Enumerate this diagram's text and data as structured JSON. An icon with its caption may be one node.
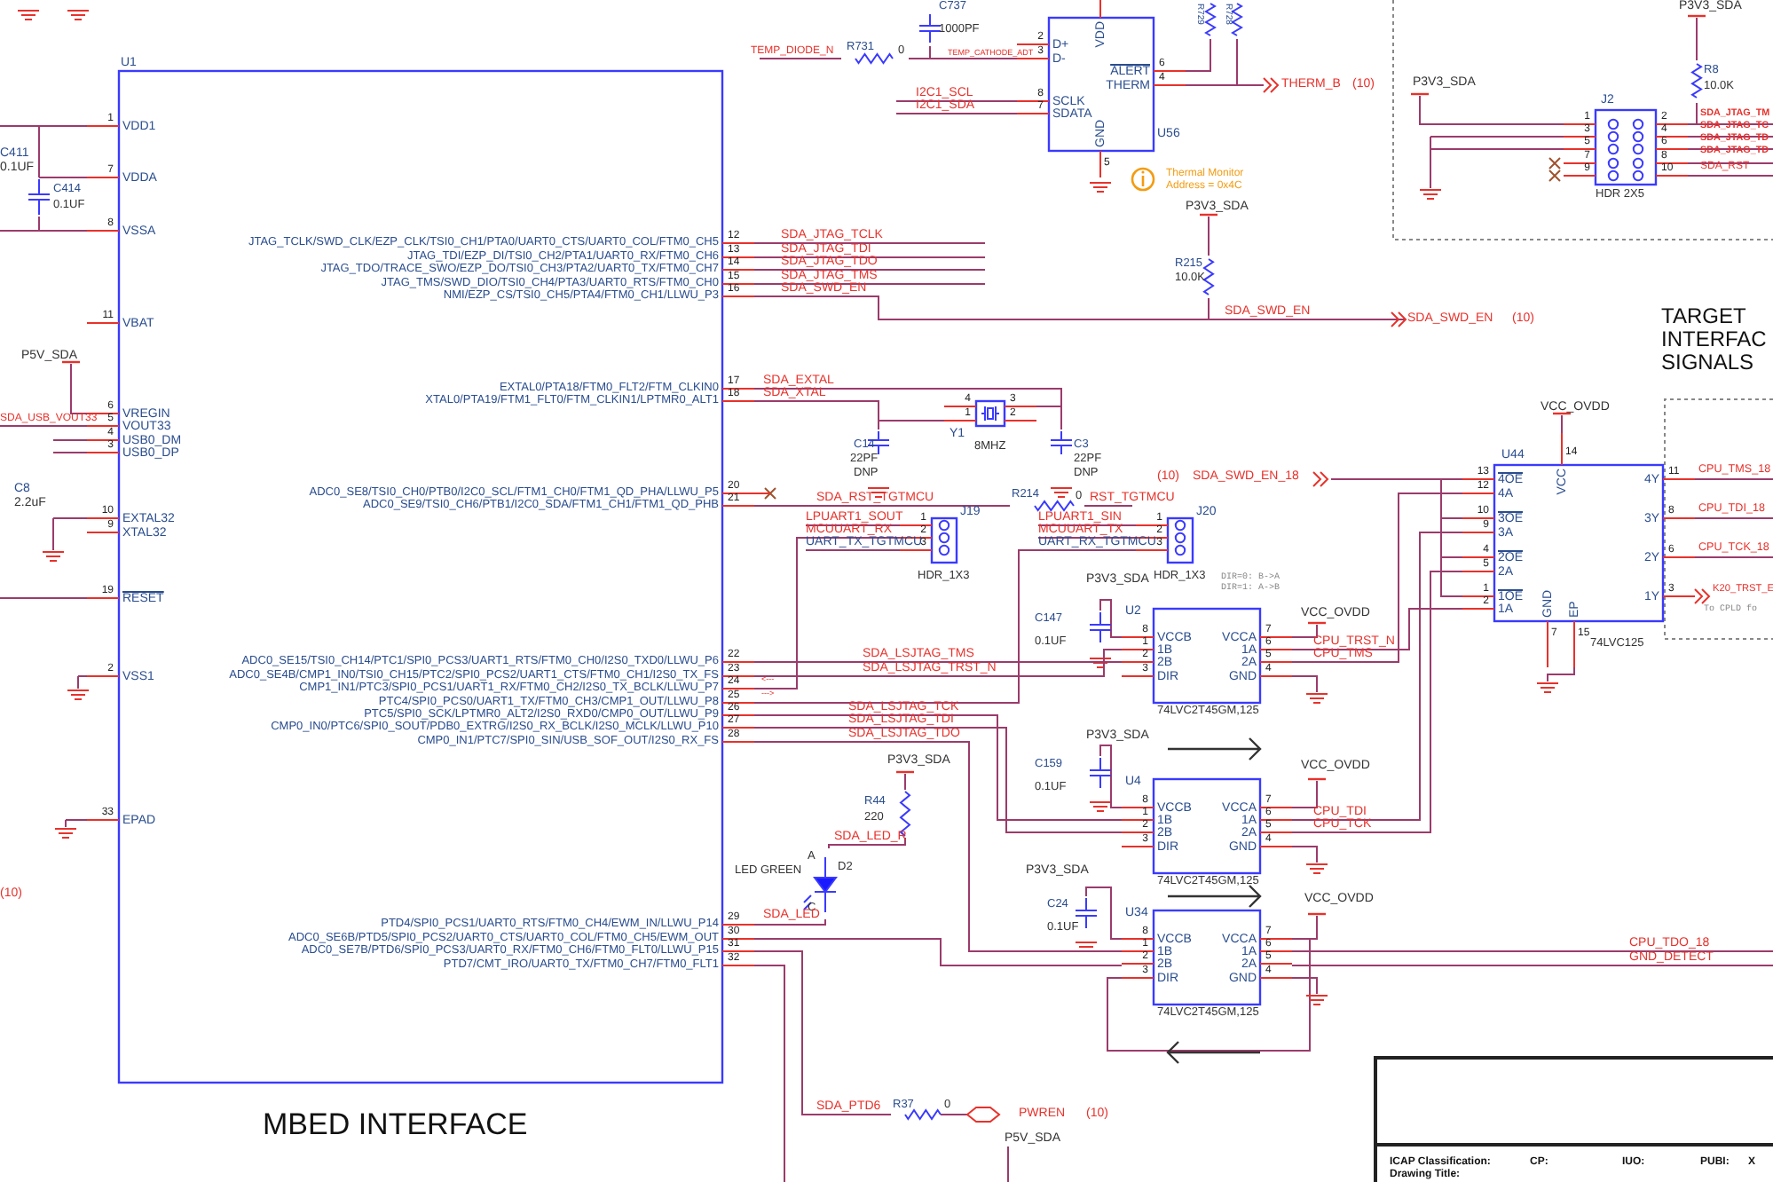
{
  "diagram": {
    "nodes": [
      {
        "text": [
          "U1",
          "1",
          "VDD1",
          "7",
          "VDDA",
          "8",
          "VSSA",
          "11",
          "VBAT",
          "6",
          "VREGIN",
          "5",
          "VOUT33",
          "4",
          "USB0_DM",
          "3",
          "USB0_DP",
          "10",
          "EXTAL32",
          "9",
          "XTAL32",
          "19",
          "RESET",
          "2",
          "VSS1",
          "33",
          "EPAD",
          "12",
          "JTAG_TCLK/SWD_CLK/EZP_CLK/TSI0_CH1/PTA0/UART0_CTS/UART0_COL/FTM0_CH5",
          "13",
          "JTAG_TDI/EZP_DI/TSI0_CH2/PTA1/UART0_RX/FTM0_CH6",
          "14",
          "JTAG_TDO/TRACE_SWO/EZP_DO/TSI0_CH3/PTA2/UART0_TX/FTM0_CH7",
          "15",
          "JTAG_TMS/SWD_DIO/TSI0_CH4/PTA3/UART0_RTS/FTM0_CH0",
          "16",
          "NMI/EZP_CS/TSI0_CH5/PTA4/FTM0_CH1/LLWU_P3",
          "17",
          "EXTAL0/PTA18/FTM0_FLT2/FTM_CLKIN0",
          "18",
          "XTAL0/PTA19/FTM1_FLT0/FTM_CLKIN1/LPTMR0_ALT1",
          "20",
          "ADC0_SE8/TSI0_CH0/PTB0/I2C0_SCL/FTM1_CH0/FTM1_QD_PHA/LLWU_P5",
          "21",
          "ADC0_SE9/TSI0_CH6/PTB1/I2C0_SDA/FTM1_CH1/FTM1_QD_PHB",
          "22",
          "ADC0_SE15/TSI0_CH14/PTC1/SPI0_PCS3/UART1_RTS/FTM0_CH0/I2S0_TXD0/LLWU_P6",
          "23",
          "ADC0_SE4B/CMP1_IN0/TSI0_CH15/PTC2/SPI0_PCS2/UART1_CTS/FTM0_CH1/I2S0_TX_FS",
          "24",
          "CMP1_IN1/PTC3/SPI0_PCS1/UART1_RX/FTM0_CH2/I2S0_TX_BCLK/LLWU_P7",
          "25",
          "PTC4/SPI0_PCS0/UART1_TX/FTM0_CH3/CMP1_OUT/LLWU_P8",
          "26",
          "PTC5/SPI0_SCK/LPTMR0_ALT2/I2S0_RXD0/CMP0_OUT/LLWU_P9",
          "27",
          "CMP0_IN0/PTC6/SPI0_SOUT/PDB0_EXTRG/I2S0_RX_BCLK/I2S0_MCLK/LLWU_P10",
          "28",
          "CMP0_IN1/PTC7/SPI0_SIN/USB_SOF_OUT/I2S0_RX_FS",
          "29",
          "PTD4/SPI0_PCS1/UART0_RTS/FTM0_CH4/EWM_IN/LLWU_P14",
          "30",
          "ADC0_SE6B/PTD5/SPI0_PCS2/UART0_CTS/UART0_COL/FTM0_CH5/EWM_OUT",
          "31",
          "ADC0_SE7B/PTD6/SPI0_PCS3/UART0_RX/FTM0_CH6/FTM0_FLT0/LLWU_P15",
          "32",
          "PTD7/CMT_IRO/UART0_TX/FTM0_CH7/FTM0_FLT1"
        ],
        "beside": [
          "P5V_SDA",
          "SDA_USB_VOUT33"
        ]
      },
      {
        "text": [
          "U56",
          "2",
          "D+",
          "3",
          "D-",
          "8",
          "SCLK",
          "7",
          "SDATA",
          "VDD",
          "6",
          "ALERT",
          "4",
          "THERM",
          "5",
          "GND"
        ],
        "beside": [
          "I2C1_SCL",
          "I2C1_SDA"
        ]
      },
      {
        "text": [
          "C737",
          "1000PF"
        ]
      },
      {
        "text": [
          "R731",
          "0"
        ],
        "beside": [
          "TEMP_DIODE_N"
        ]
      },
      {
        "text": [
          "R729"
        ]
      },
      {
        "text": [
          "R728"
        ]
      },
      {
        "text": [
          "J2",
          "1",
          "3",
          "5",
          "7",
          "9",
          "2",
          "4",
          "6",
          "8",
          "10",
          "HDR 2X5"
        ],
        "beside": [
          "SDA_JTAG_TM",
          "SDA_JTAG_TC",
          "SDA_JTAG_TD",
          "SDA_JTAG_TD",
          "SDA_RST"
        ]
      },
      {
        "text": [
          "R8",
          "10.0K"
        ]
      },
      {
        "text": [
          "R215",
          "10.0K"
        ]
      },
      {
        "text": [
          "Y1",
          "4",
          "1",
          "3",
          "2",
          "8MHZ"
        ]
      },
      {
        "text": [
          "C14",
          "22PF",
          "DNP"
        ]
      },
      {
        "text": [
          "C3",
          "22PF",
          "DNP"
        ]
      },
      {
        "text": [
          "R214",
          "0"
        ],
        "beside": [
          "RST_TGTMCU"
        ]
      },
      {
        "text": [
          "J19",
          "1",
          "2",
          "3",
          "HDR_1X3"
        ],
        "beside": [
          "LPUART1_SOUT",
          "MCUUART_RX",
          "UART_TX_TGTMCU"
        ]
      },
      {
        "text": [
          "J20",
          "1",
          "2",
          "3",
          "HDR_1X3"
        ],
        "beside": [
          "LPUART1_SIN",
          "MCUUART_TX",
          "UART_RX_TGTMCU"
        ]
      },
      {
        "text": [
          "U44",
          "13",
          "4OE",
          "12",
          "4A",
          "10",
          "3OE",
          "9",
          "3A",
          "4",
          "2OE",
          "5",
          "2A",
          "1",
          "1OE",
          "2",
          "1A",
          "14",
          "VCC",
          "7",
          "GND",
          "15",
          "EP",
          "11",
          "4Y",
          "8",
          "3Y",
          "6",
          "2Y",
          "3",
          "1Y",
          "74LVC125"
        ],
        "beside": [
          "VCC_OVDD",
          "CPU_TMS_18",
          "CPU_TDI_18",
          "CPU_TCK_18",
          "K20_TRST_E"
        ]
      },
      {
        "text": [
          "U2",
          "8",
          "VCCB",
          "1",
          "1B",
          "2",
          "2B",
          "3",
          "DIR",
          "7",
          "VCCA",
          "6",
          "1A",
          "5",
          "2A",
          "4",
          "GND",
          "74LVC2T45GM,125"
        ],
        "beside": [
          "VCC_OVDD"
        ]
      },
      {
        "text": [
          "C147",
          "0.1UF"
        ]
      },
      {
        "text": [
          "U4",
          "8",
          "VCCB",
          "1",
          "1B",
          "2",
          "2B",
          "3",
          "DIR",
          "7",
          "VCCA",
          "6",
          "1A",
          "5",
          "2A",
          "4",
          "GND",
          "74LVC2T45GM,125"
        ],
        "beside": [
          "VCC_OVDD"
        ]
      },
      {
        "text": [
          "C159",
          "0.1UF"
        ]
      },
      {
        "text": [
          "U34",
          "8",
          "VCCB",
          "1",
          "1B",
          "2",
          "2B",
          "3",
          "DIR",
          "7",
          "VCCA",
          "6",
          "1A",
          "5",
          "2A",
          "4",
          "GND",
          "74LVC2T45GM,125"
        ],
        "beside": [
          "VCC_OVDD"
        ]
      },
      {
        "text": [
          "C24",
          "0.1UF"
        ]
      },
      {
        "text": [
          "R44",
          "220"
        ],
        "beside": [
          "P3V3_SDA"
        ]
      },
      {
        "text": [
          "A",
          "D2",
          "C"
        ],
        "beside": [
          "LED GREEN"
        ]
      },
      {
        "text": [
          "R37",
          "0"
        ]
      },
      {
        "text": [
          "C414",
          "0.1UF"
        ]
      },
      {
        "text": [
          "SDA_SWD_EN",
          "(10)"
        ]
      },
      {
        "text": [
          "(10)",
          "SDA_SWD_EN_18"
        ]
      },
      {
        "text": [
          "P3V3_SDA"
        ]
      },
      {
        "text": [
          "P3V3_SDA"
        ]
      },
      {
        "text": [
          "P3V3_SDA"
        ]
      }
    ],
    "edges": [
      {
        "from": 3,
        "to": 1,
        "arrow": "none",
        "label": "TEMP_CATHODE_ADT"
      },
      {
        "from": 2,
        "to": 1,
        "arrow": "none"
      },
      {
        "from": 0,
        "to": 9,
        "arrow": "none",
        "label": "SDA_EXTAL"
      },
      {
        "from": 0,
        "to": 9,
        "arrow": "none",
        "label": "SDA_XTAL"
      },
      {
        "from": 9,
        "to": 10,
        "arrow": "none"
      },
      {
        "from": 9,
        "to": 11,
        "arrow": "none"
      },
      {
        "from": 0,
        "to": 12,
        "arrow": "none",
        "label": "SDA_RST_TGTMCU"
      },
      {
        "from": 0,
        "to": 13,
        "arrow": "none"
      },
      {
        "from": 0,
        "to": 14,
        "arrow": "none"
      },
      {
        "from": 0,
        "to": 16,
        "arrow": "none",
        "label": "SDA_LSJTAG_TMS"
      },
      {
        "from": 0,
        "to": 16,
        "arrow": "none",
        "label": "SDA_LSJTAG_TRST_N"
      },
      {
        "from": 0,
        "to": 18,
        "arrow": "none",
        "label": "SDA_LSJTAG_TCK"
      },
      {
        "from": 0,
        "to": 18,
        "arrow": "none",
        "label": "SDA_LSJTAG_TDI"
      },
      {
        "from": 0,
        "to": 20,
        "arrow": "none",
        "label": "SDA_LSJTAG_TDO"
      },
      {
        "from": 0,
        "to": 20,
        "arrow": "none"
      },
      {
        "from": 0,
        "to": 23,
        "arrow": "none",
        "label": "SDA_LED"
      },
      {
        "from": 22,
        "to": 23,
        "arrow": "none",
        "label": "SDA_LED_R"
      },
      {
        "from": 0,
        "to": 24,
        "arrow": "none",
        "label": "SDA_PTD6"
      },
      {
        "from": 0,
        "to": 8,
        "arrow": "none",
        "label": "SDA_SWD_EN"
      },
      {
        "from": 16,
        "to": 15,
        "arrow": "none",
        "label": "CPU_TRST_N"
      },
      {
        "from": 16,
        "to": 15,
        "arrow": "none",
        "label": "CPU_TMS"
      },
      {
        "from": 18,
        "to": 15,
        "arrow": "none",
        "label": "CPU_TDI"
      },
      {
        "from": 18,
        "to": 15,
        "arrow": "none",
        "label": "CPU_TCK"
      },
      {
        "from": 17,
        "to": 16,
        "arrow": "none"
      },
      {
        "from": 19,
        "to": 18,
        "arrow": "none"
      },
      {
        "from": 21,
        "to": 20,
        "arrow": "none"
      },
      {
        "from": 7,
        "to": 6,
        "arrow": "none"
      },
      {
        "from": 25,
        "to": 0,
        "arrow": "none"
      },
      {
        "from": 25,
        "to": 0,
        "arrow": "none"
      },
      {
        "from": 1,
        "to": 4,
        "arrow": "none"
      },
      {
        "from": 1,
        "to": 5,
        "arrow": "none"
      },
      {
        "from": 25,
        "to": 0,
        "arrow": "none"
      },
      {
        "from": 8,
        "to": 26,
        "arrow": "to",
        "label": "SDA_SWD_EN"
      },
      {
        "from": 27,
        "to": 15,
        "arrow": "none"
      },
      {
        "from": 27,
        "to": 15,
        "arrow": "none"
      },
      {
        "from": 27,
        "to": 15,
        "arrow": "none"
      },
      {
        "from": 27,
        "to": 15,
        "arrow": "none"
      },
      {
        "from": 28,
        "to": 6,
        "arrow": "none"
      },
      {
        "from": 29,
        "to": 7,
        "arrow": "none"
      },
      {
        "from": 30,
        "to": 8,
        "arrow": "none"
      }
    ],
    "labels": [
      "THERM_B",
      "(10)",
      "C411",
      "0.1UF",
      "Thermal Monitor Address = 0x4C",
      "SDA_JTAG_TCLK",
      "SDA_JTAG_TDI",
      "SDA_JTAG_TDO",
      "SDA_JTAG_TMS",
      "TARGET INTERFAC SIGNALS",
      "C8",
      "2.2uF",
      "P3V3_SDA",
      "DIR=0: B->A",
      "DIR=1: A->B",
      "To CPLD fo",
      "<---",
      "--->",
      "P3V3_SDA",
      "P3V3_SDA",
      "(10)",
      "CPU_TDO_18",
      "GND_DETECT",
      "MBED INTERFACE",
      "PWREN",
      "(10)",
      "P5V_SDA",
      "ICAP Classification:",
      "CP:",
      "IUO:",
      "PUBI:",
      "X",
      "Drawing Title:"
    ]
  }
}
